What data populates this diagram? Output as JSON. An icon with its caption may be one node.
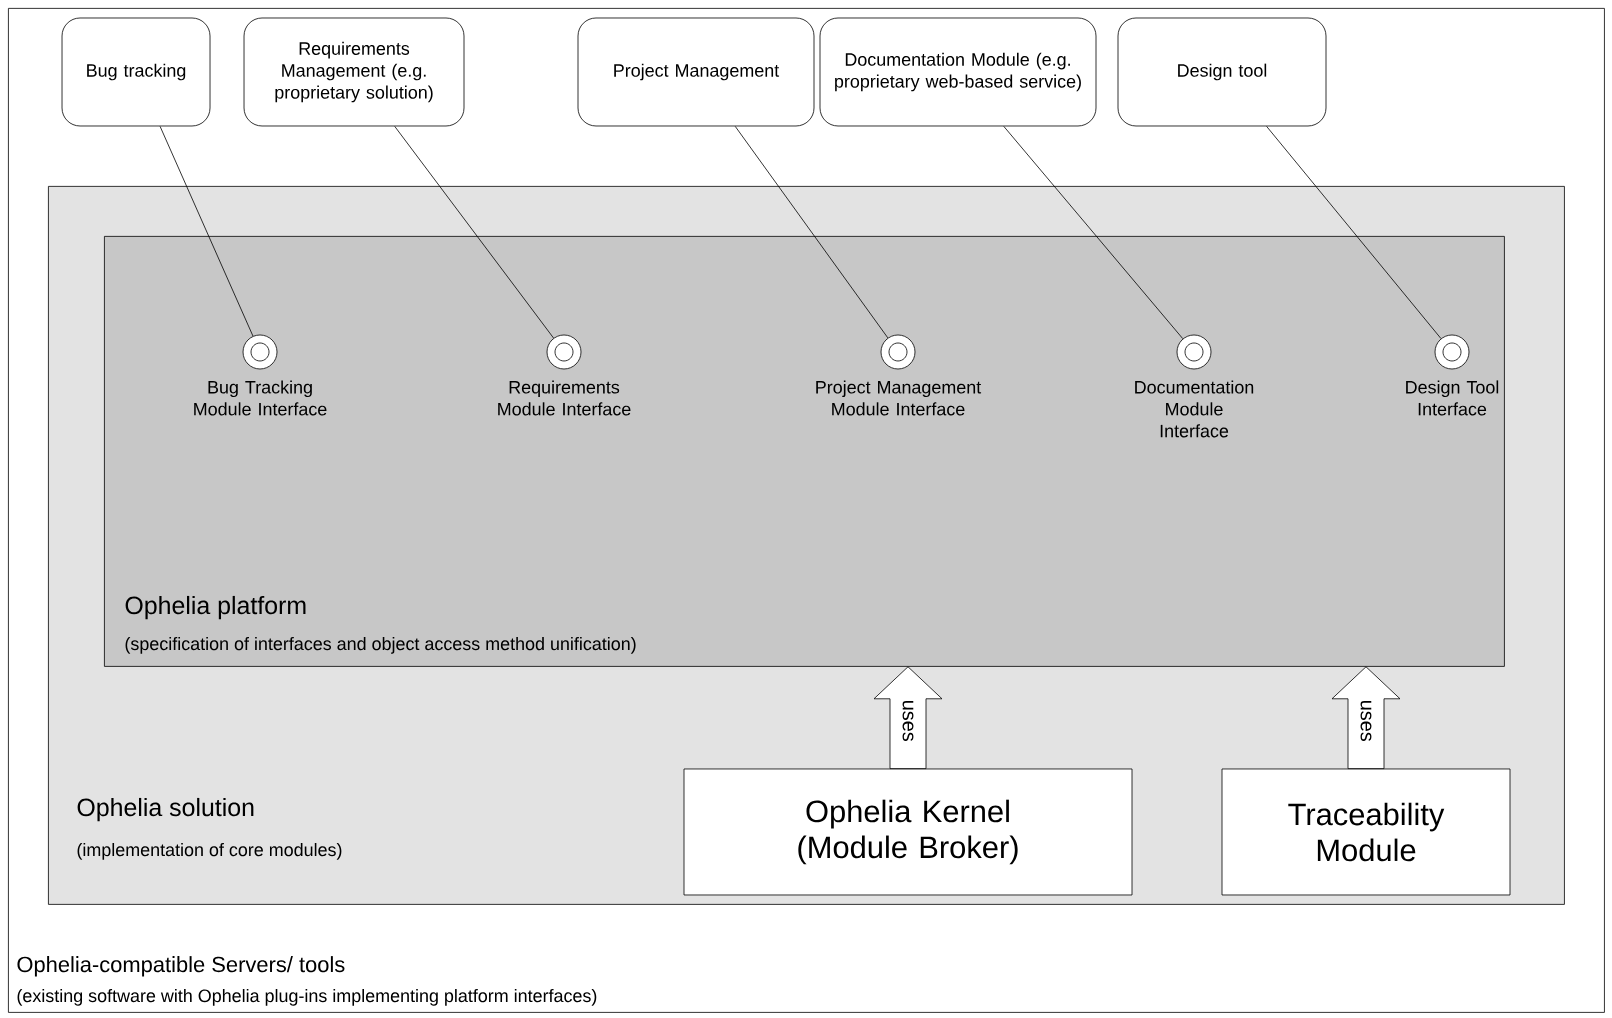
{
  "diagram": {
    "nodes": [
      {
        "text": [
          "Ophelia-compatible Servers/ tools",
          "(existing software with Ophelia plug-ins implementing platform interfaces)"
        ]
      },
      {
        "text": [
          "Bug tracking"
        ],
        "in": 0
      },
      {
        "text": [
          "Requirements Management (e.g. proprietary solution)"
        ],
        "in": 0
      },
      {
        "text": [
          "Project Management"
        ],
        "in": 0
      },
      {
        "text": [
          "Documentation Module (e.g. proprietary web-based service)"
        ],
        "in": 0
      },
      {
        "text": [
          "Design tool"
        ],
        "in": 0
      },
      {
        "text": [
          "Ophelia solution",
          "(implementation of core modules)"
        ],
        "in": 0
      },
      {
        "text": [
          "Ophelia platform",
          "(specification of interfaces and object access method unification)"
        ],
        "in": 6
      },
      {
        "text": [],
        "shape": "circle",
        "beside": [
          "Bug Tracking Module Interface"
        ],
        "in": 7
      },
      {
        "text": [],
        "shape": "circle",
        "beside": [
          "Requirements Module Interface"
        ],
        "in": 7
      },
      {
        "text": [],
        "shape": "circle",
        "beside": [
          "Project Management Module Interface"
        ],
        "in": 7
      },
      {
        "text": [],
        "shape": "circle",
        "beside": [
          "Documentation Module Interface"
        ],
        "in": 7
      },
      {
        "text": [],
        "shape": "circle",
        "beside": [
          "Design Tool Interface"
        ],
        "in": 7
      },
      {
        "text": [
          "Ophelia Kernel (Module Broker)"
        ],
        "in": 6
      },
      {
        "text": [
          "Traceability Module"
        ],
        "in": 6
      }
    ],
    "edges": [
      {
        "from": 1,
        "to": 8,
        "arrow": "none"
      },
      {
        "from": 2,
        "to": 9,
        "arrow": "none"
      },
      {
        "from": 3,
        "to": 10,
        "arrow": "none"
      },
      {
        "from": 4,
        "to": 11,
        "arrow": "none"
      },
      {
        "from": 5,
        "to": 12,
        "arrow": "none"
      },
      {
        "from": 13,
        "to": 7,
        "arrow": "to",
        "label": "uses"
      },
      {
        "from": 14,
        "to": 7,
        "arrow": "to",
        "label": "uses"
      }
    ]
  }
}
